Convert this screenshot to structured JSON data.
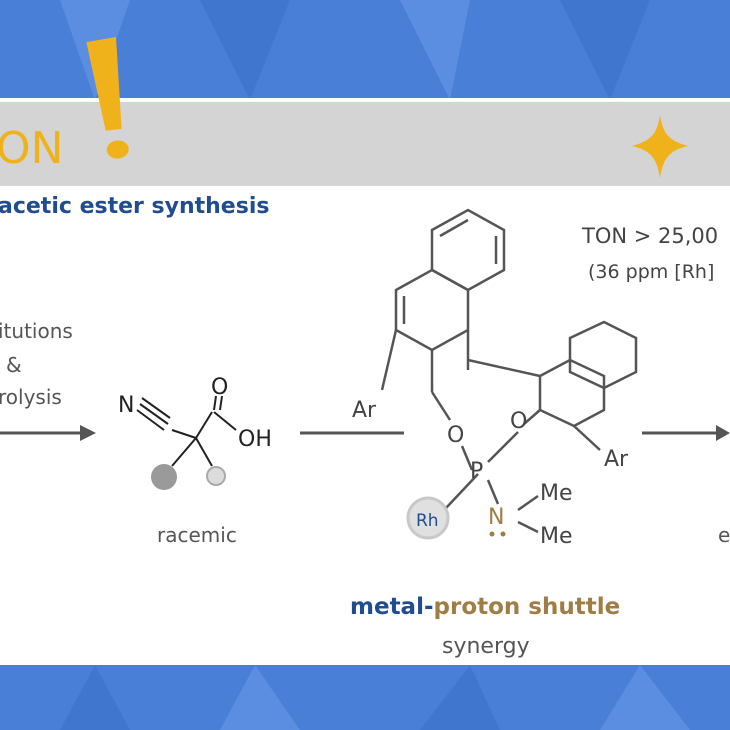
{
  "banner": {
    "title_fragment": "ON",
    "exclamation": "!",
    "subtitle": "acetic ester synthesis"
  },
  "left_step": {
    "line1": "itutions",
    "line2": "&",
    "line3": "rolysis"
  },
  "intermediate": {
    "atom_n": "N",
    "atom_o": "O",
    "group_oh": "OH",
    "caption": "racemic"
  },
  "catalyst": {
    "ar_top": "Ar",
    "ar_bottom": "Ar",
    "atom_o1": "O",
    "atom_o2": "O",
    "atom_p": "P",
    "atom_n": "N",
    "me_top": "Me",
    "me_bottom": "Me",
    "metal": "Rh",
    "caption_metal": "metal",
    "caption_dash": "-",
    "caption_proton": "proton shuttle",
    "caption_sub": "synergy"
  },
  "ton": {
    "line1": "TON > 25,00",
    "line2": "(36 ppm [Rh]"
  },
  "right_caption_fragment": "e",
  "colors": {
    "blue_bg": "#4a7fd8",
    "gray_banner": "#d4d4d4",
    "gold": "#f0b21b",
    "navy": "#1f4d8f",
    "brown": "#a07d45",
    "bond": "#444444"
  }
}
